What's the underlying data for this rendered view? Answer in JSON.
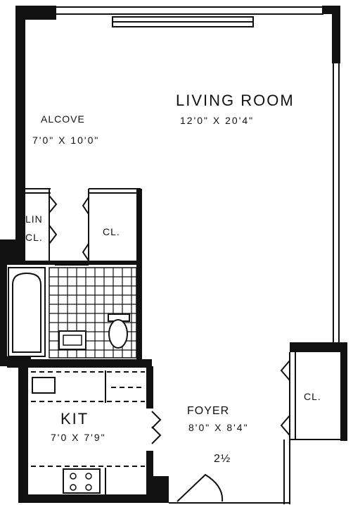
{
  "rooms": {
    "living_room": {
      "name": "LIVING ROOM",
      "dims": "12'0\" X 20'4\""
    },
    "alcove": {
      "name": "ALCOVE",
      "dims": "7'0\" X 10'0\""
    },
    "linen_closet": {
      "line1": "LIN",
      "line2": "CL."
    },
    "closet_hall": {
      "name": "CL."
    },
    "closet_foyer": {
      "name": "CL."
    },
    "kitchen": {
      "name": "KIT",
      "dims": "7'0 X 7'9\""
    },
    "foyer": {
      "name": "FOYER",
      "dims": "8'0\" X 8'4\""
    }
  },
  "marker": "2½",
  "colors": {
    "line": "#111111",
    "background": "#ffffff"
  }
}
